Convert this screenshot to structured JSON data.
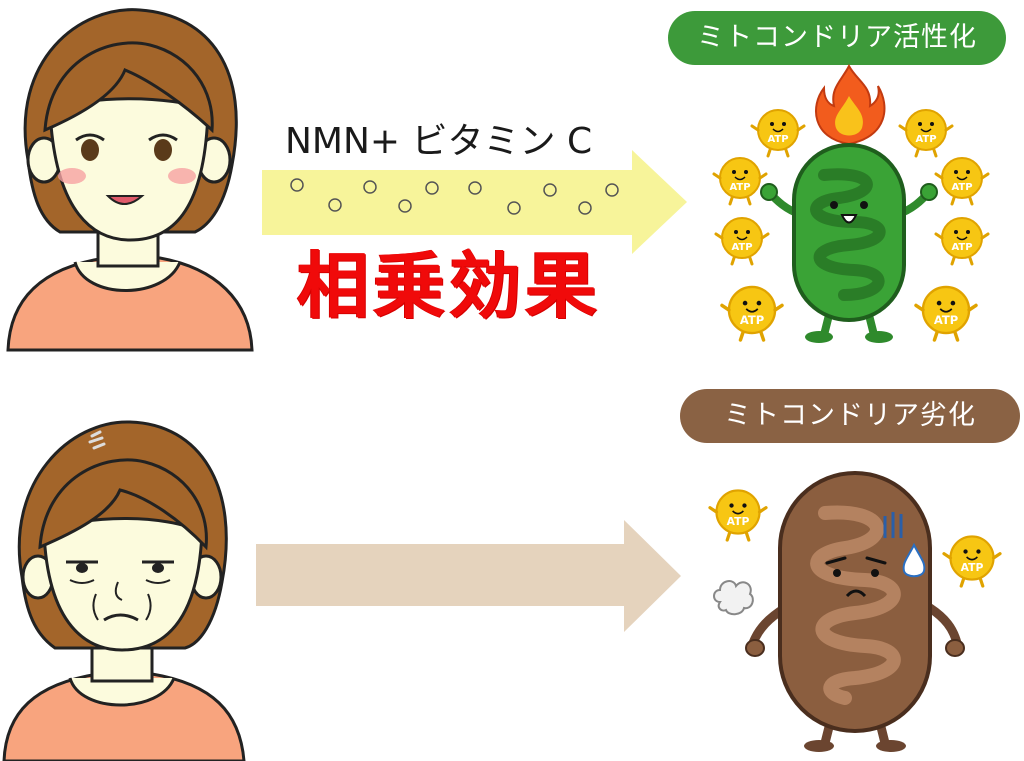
{
  "top_row": {
    "supplement_label": "NMN+ ビタミン C",
    "synergy_label": "相乗効果",
    "result_label": "ミトコンドリア活性化",
    "result_color": "#3d9a3a",
    "arrow_color": "#f7f49a"
  },
  "bottom_row": {
    "result_label": "ミトコンドリア劣化",
    "result_color": "#8a6244",
    "arrow_color": "#e5d3bd"
  },
  "atp_label": "ATP",
  "colors": {
    "skin": "#fcfbdd",
    "hair": "#a3652a",
    "shirt": "#f8a47e",
    "atp": "#f7c613",
    "mito_active": "#3aa336",
    "mito_degraded": "#8b5e3f",
    "flame": "#f25c1d"
  },
  "icons": [
    "young-woman-face-icon",
    "aged-woman-face-icon",
    "active-mitochondria-icon",
    "degraded-mitochondria-icon",
    "flame-icon",
    "sweat-drop-icon",
    "sigh-puff-icon",
    "atp-character-icon"
  ]
}
